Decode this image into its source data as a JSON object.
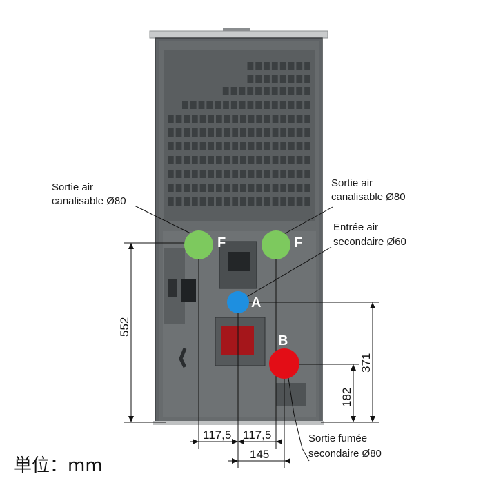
{
  "labels": {
    "outlet_left_line1": "Sortie air",
    "outlet_left_line2": "canalisable Ø80",
    "outlet_right_line1": "Sortie air",
    "outlet_right_line2": "canalisable Ø80",
    "intake_line1": "Entrée air",
    "intake_line2": "secondaire Ø60",
    "flue_line1": "Sortie fumée",
    "flue_line2": "secondaire Ø80"
  },
  "markers": {
    "F_left": "F",
    "F_right": "F",
    "A": "A",
    "B": "B"
  },
  "dimensions": {
    "height_F": "552",
    "height_A": "371",
    "height_B": "182",
    "offset_left": "117,5",
    "offset_right": "117,5",
    "offset_B": "145"
  },
  "unit_label": "単位：mm",
  "colors": {
    "outlet_F": "#7dc95e",
    "intake_A": "#1e8fe0",
    "flue_B": "#e30d16",
    "body": "#5f6366",
    "panel": "#74787a",
    "grille": "#3b3f41"
  }
}
